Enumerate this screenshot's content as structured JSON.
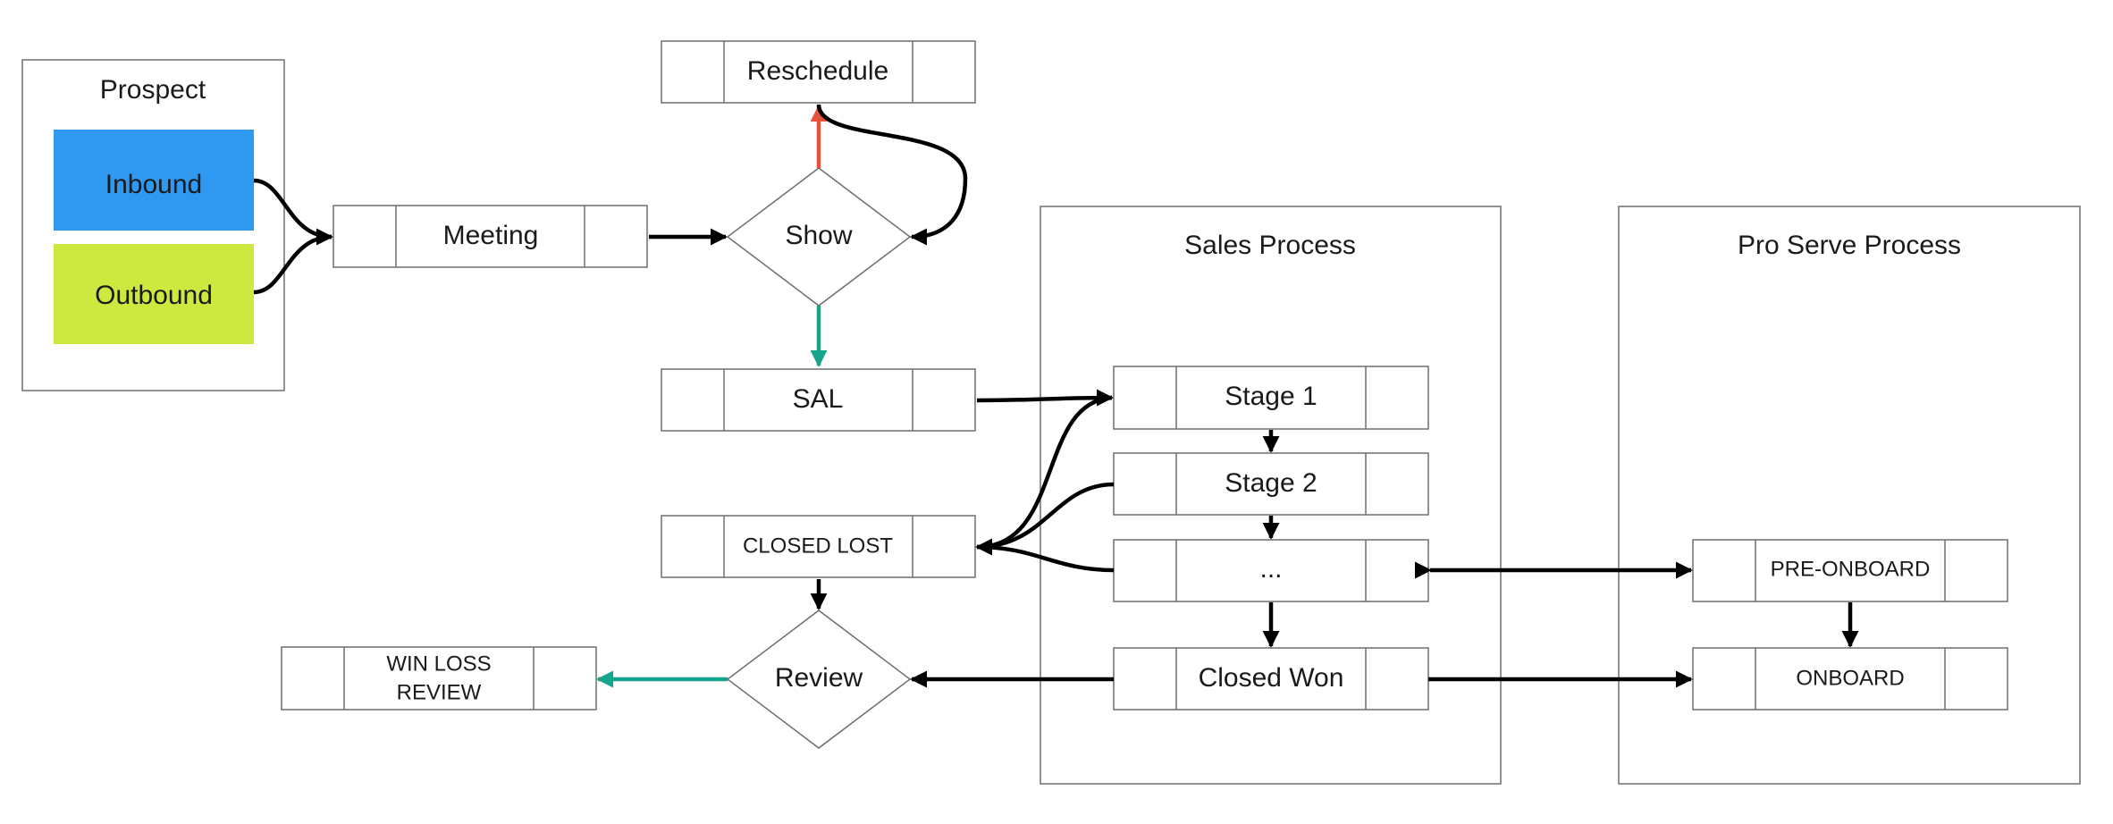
{
  "colors": {
    "inbound": "#2f98f0",
    "outbound": "#cde83f",
    "edge": "#000000",
    "reschedule_arrow": "#e8523a",
    "yes_arrow": "#15a58a",
    "border": "#6e6e6e"
  },
  "containers": {
    "prospect": "Prospect",
    "sales_process": "Sales Process",
    "pro_serve_process": "Pro Serve Process"
  },
  "nodes": {
    "inbound": "Inbound",
    "outbound": "Outbound",
    "meeting": "Meeting",
    "reschedule": "Reschedule",
    "show": "Show",
    "sal": "SAL",
    "closed_lost": "CLOSED LOST",
    "review": "Review",
    "win_loss_review_line1": "WIN LOSS",
    "win_loss_review_line2": "REVIEW",
    "stage1": "Stage 1",
    "stage2": "Stage 2",
    "ellipsis": "...",
    "closed_won": "Closed Won",
    "pre_onboard": "PRE-ONBOARD",
    "onboard": "ONBOARD"
  }
}
